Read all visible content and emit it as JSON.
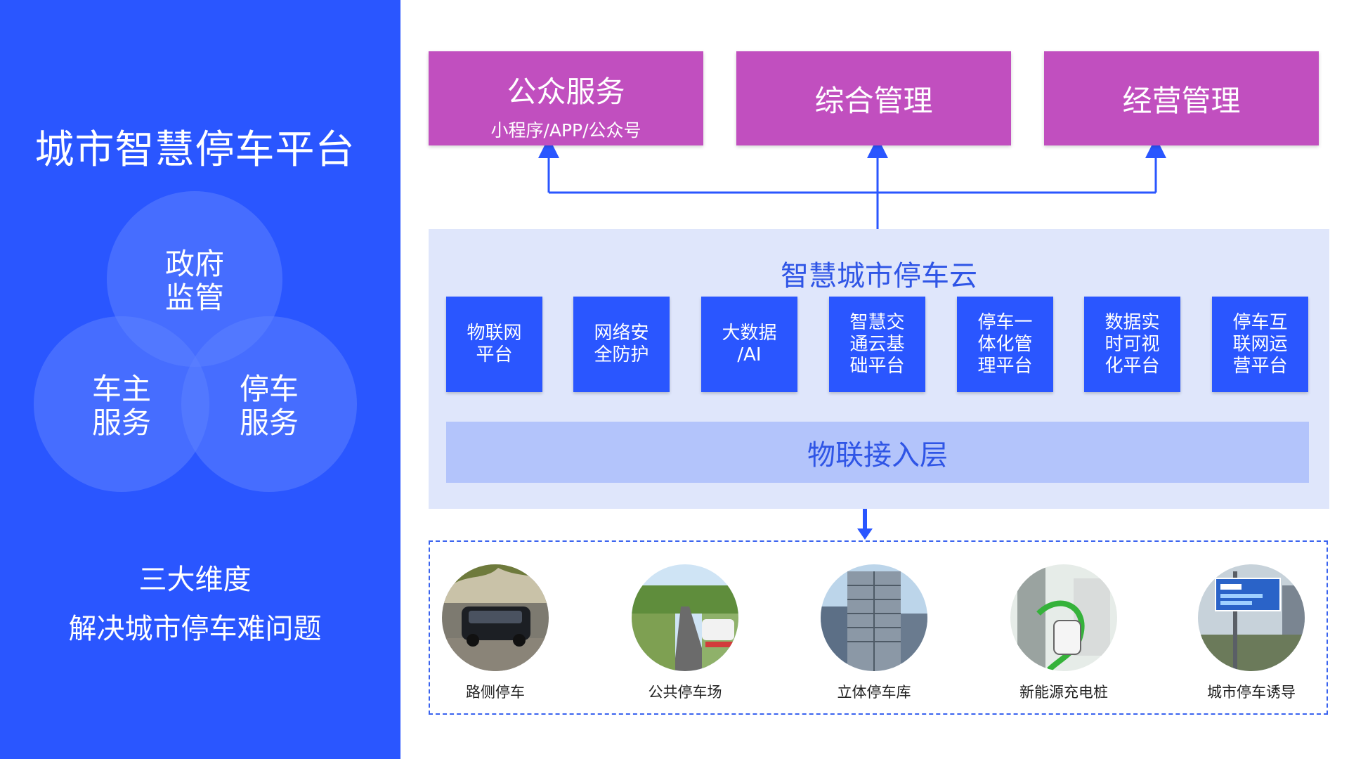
{
  "left_panel": {
    "title": "城市智慧停车平台",
    "venn": {
      "top": "政府\n监管",
      "left": "车主\n服务",
      "right": "停车\n服务"
    },
    "subtitle": "三大维度",
    "tagline": "解决城市停车难问题"
  },
  "top_boxes": [
    {
      "title": "公众服务",
      "subtitle": "小程序/APP/公众号"
    },
    {
      "title": "综合管理",
      "subtitle": ""
    },
    {
      "title": "经营管理",
      "subtitle": ""
    }
  ],
  "cloud": {
    "title": "智慧城市停车云",
    "modules": [
      "物联网\n平台",
      "网络安\n全防护",
      "大数据\n/AI",
      "智慧交\n通云基\n础平台",
      "停车一\n体化管\n理平台",
      "数据实\n时可视\n化平台",
      "停车互\n联网运\n营平台"
    ],
    "iot_layer": "物联接入层"
  },
  "scenes": [
    {
      "label": "路侧停车",
      "icon": "roadside-parking-photo"
    },
    {
      "label": "公共停车场",
      "icon": "public-parking-lot-photo"
    },
    {
      "label": "立体停车库",
      "icon": "stereo-garage-photo"
    },
    {
      "label": "新能源充电桩",
      "icon": "ev-charger-photo"
    },
    {
      "label": "城市停车诱导",
      "icon": "parking-guidance-sign-photo"
    }
  ],
  "colors": {
    "primary_blue": "#2a56ff",
    "magenta": "#c14fbf",
    "cloud_bg": "#dfe6fb",
    "iot_bg": "#b3c4fb"
  }
}
